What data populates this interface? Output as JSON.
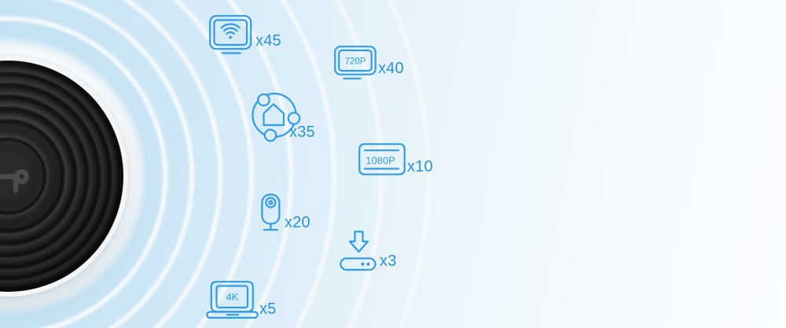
{
  "scene": {
    "router_logo": "tp-link-logo",
    "accent_color": "#2E92D8",
    "icon_stroke_color": "#339CE1",
    "background_left": "#cde6f4",
    "background_right": "#fbfdff",
    "device_body_color": "#262626",
    "device_rim_color": "#f3f5f6"
  },
  "devices": [
    {
      "icon": "tv-wifi-icon",
      "label": "x45"
    },
    {
      "icon": "monitor-720p-icon",
      "label": "x40",
      "screen_text": "720P"
    },
    {
      "icon": "smart-home-icon",
      "label": "x35"
    },
    {
      "icon": "display-1080p-icon",
      "label": "x10",
      "screen_text": "1080P"
    },
    {
      "icon": "camera-icon",
      "label": "x20"
    },
    {
      "icon": "download-box-icon",
      "label": "x3"
    },
    {
      "icon": "laptop-4k-icon",
      "label": "x5",
      "screen_text": "4K"
    }
  ]
}
